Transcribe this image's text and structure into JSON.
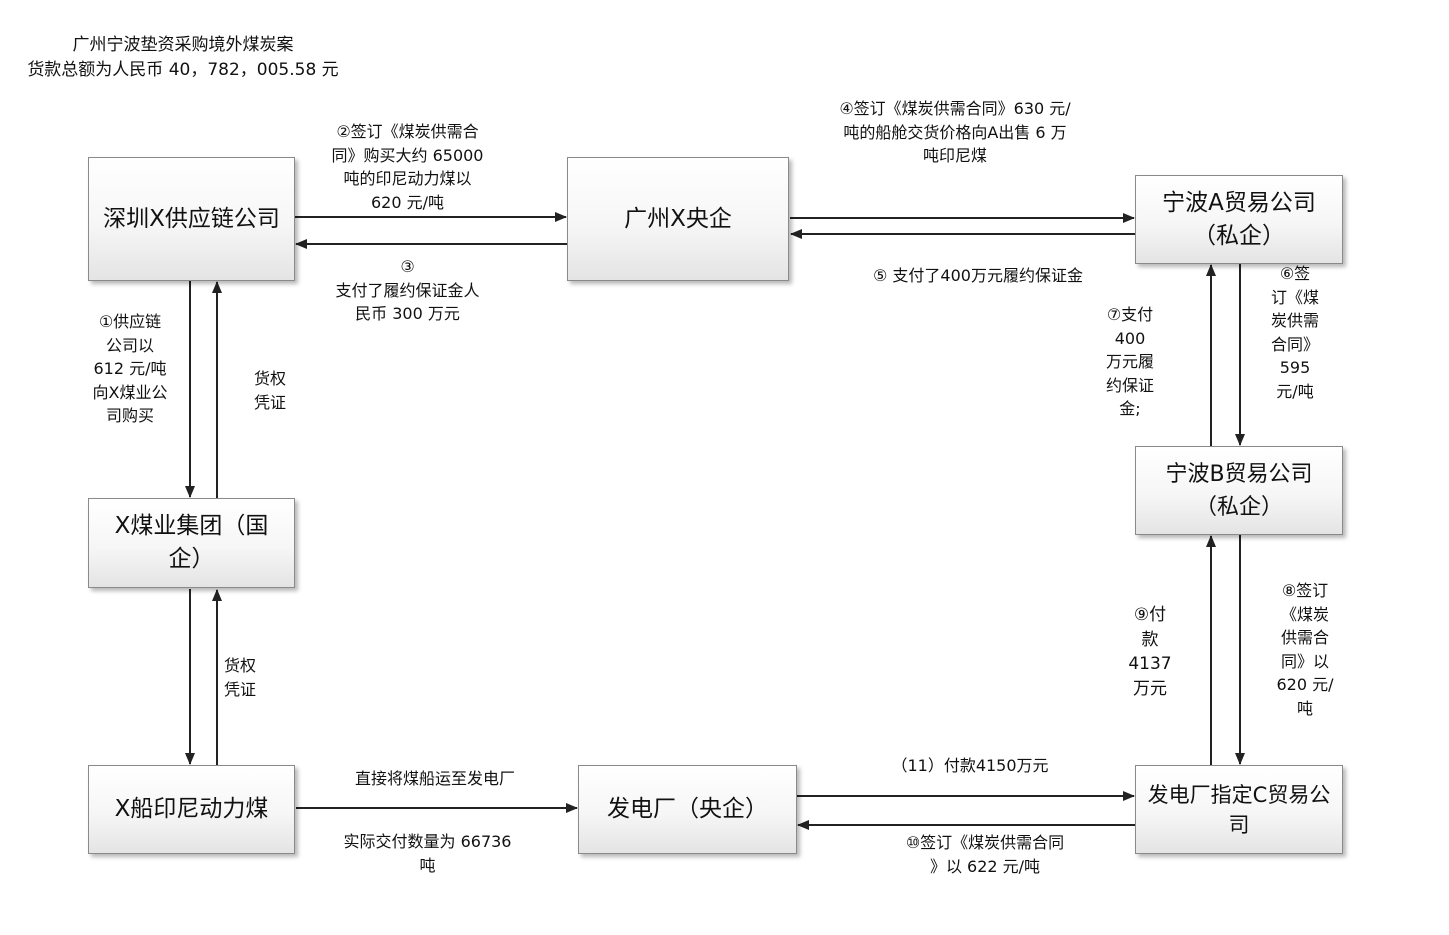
{
  "title": {
    "line1": "广州宁波垫资采购境外煤炭案",
    "line2": "货款总额为人民币 40，782，005.58 元"
  },
  "boxes": {
    "shenzhen": "深圳X供应链公司",
    "guangzhou": "广州X央企",
    "ningbo_a": "宁波A贸易公司\n（私企）",
    "coal_group": "X煤业集团（国\n企）",
    "ningbo_b": "宁波B贸易公司\n（私企）",
    "ship": "X船印尼动力煤",
    "power_plant": "发电厂（央企）",
    "c_trade": "发电厂指定C贸易公\n司"
  },
  "labels": {
    "step1": "①供应链\n公司以\n612 元/吨\n向X煤业公\n司购买",
    "step2": "②签订《煤炭供需合\n同》购买大约 65000\n吨的印尼动力煤以\n620 元/吨",
    "step3": "③\n支付了履约保证金人\n民币 300 万元",
    "step4": "④签订《煤炭供需合同》630 元/\n吨的船舱交货价格向A出售 6 万\n吨印尼煤",
    "step5": "⑤ 支付了400万元履约保证金",
    "step6": "⑥签\n订《煤\n炭供需\n合同》\n595\n元/吨",
    "step7": "⑦支付\n400\n万元履\n约保证\n金;",
    "step8": "⑧签订\n《煤炭\n供需合\n同》以\n620 元/\n吨",
    "step9": "⑨付\n款\n4137\n万元",
    "step10": "⑩签订《煤炭供需合同\n》以 622  元/吨",
    "step11": "（11）付款4150万元",
    "goods_cert_1": "货权\n凭证",
    "goods_cert_2": "货权\n凭证",
    "ship_direct": "直接将煤船运至发电厂",
    "actual_qty": "实际交付数量为 66736\n吨"
  }
}
